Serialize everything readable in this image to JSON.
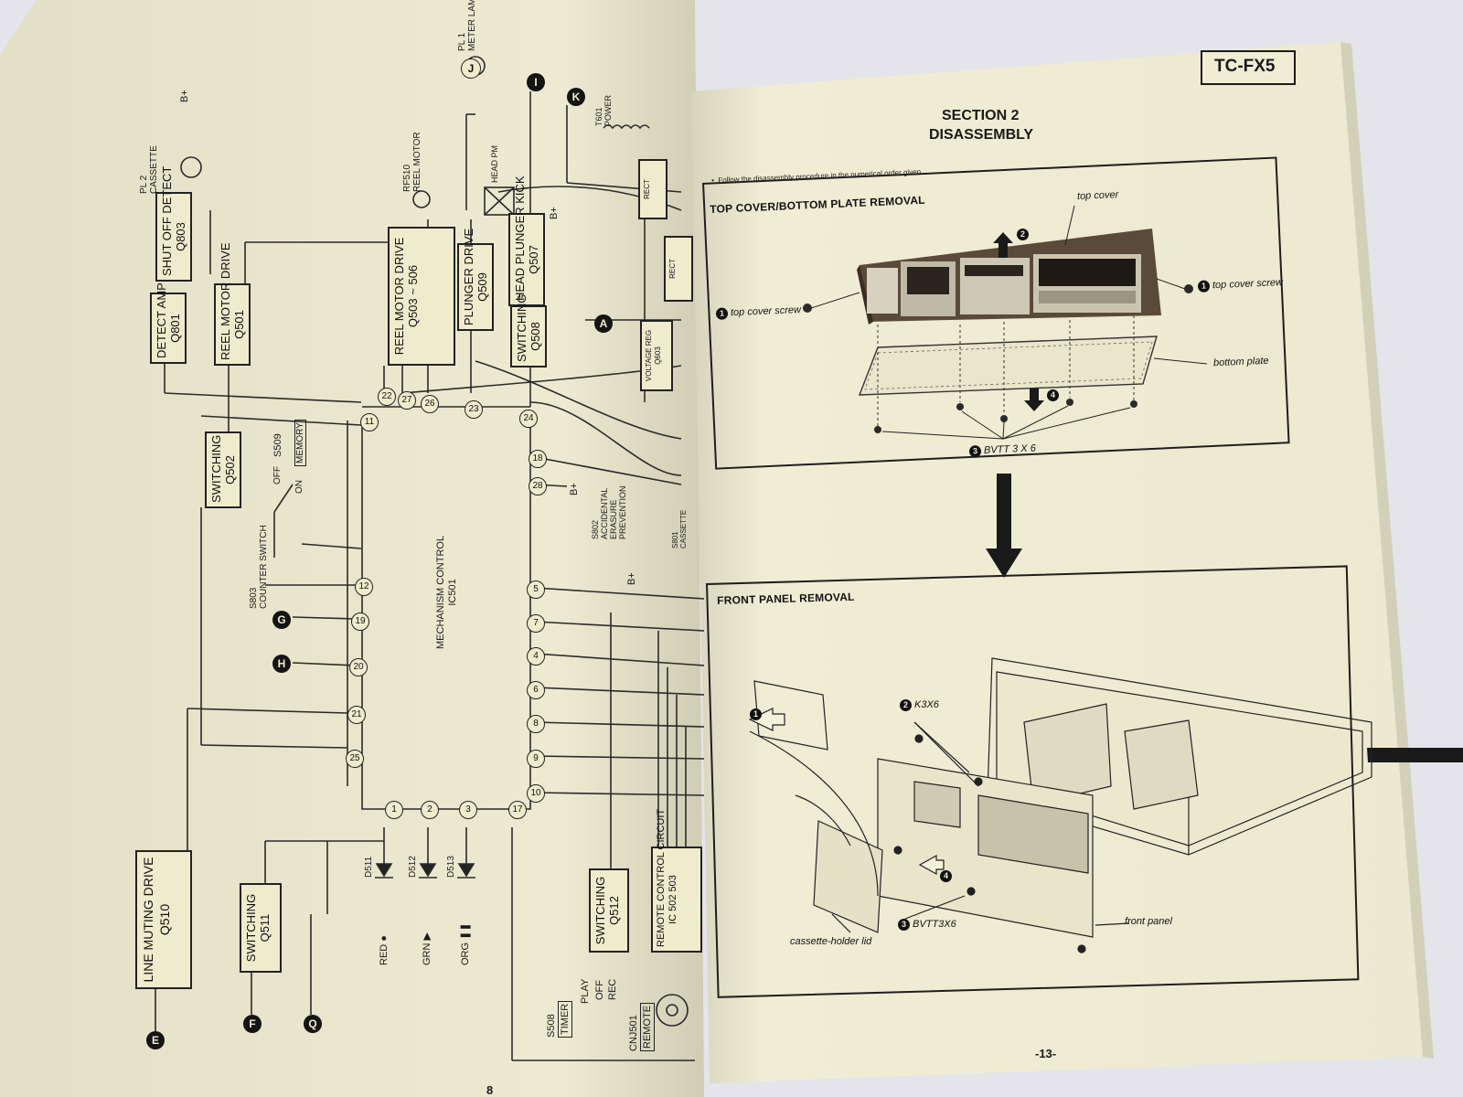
{
  "right_page": {
    "model_tab": "TC-FX5",
    "section_label": "SECTION 2",
    "section_title": "DISASSEMBLY",
    "instruction": "Follow the disassembly procedure in the numerical order given.",
    "page_number": "-13-",
    "top_panel": {
      "title": "TOP COVER/BOTTOM PLATE REMOVAL",
      "callout_top_cover": "top cover",
      "callout_screw_left": "top cover screw",
      "callout_screw_right": "top cover screw",
      "callout_bottom_plate": "bottom plate",
      "callout_bvtt": "BVTT 3 X 6",
      "step_cover": "2",
      "step_screw": "1",
      "step_plate": "4",
      "step_bvtt": "3"
    },
    "front_panel": {
      "title": "FRONT PANEL REMOVAL",
      "callout_k3x6": "K3X6",
      "callout_bvtt": "BVTT3X6",
      "callout_front_panel": "front panel",
      "callout_lid": "cassette-holder lid",
      "step_k": "2",
      "step_bvtt": "3",
      "step_lid": "1",
      "step_pull": "4"
    }
  },
  "left_page": {
    "page_number": "8",
    "blocks": {
      "shut_off_detect": "SHUT OFF DETECT",
      "shut_off_q": "Q803",
      "detect_amp": "DETECT AMP",
      "detect_amp_q": "Q801",
      "reel_motor_drive_1": "REEL MOTOR DRIVE",
      "reel_motor_drive_1_q": "Q501",
      "reel_motor_drive_2": "REEL MOTOR DRIVE",
      "reel_motor_drive_2_q": "Q503 ~ 506",
      "plunger_drive": "PLUNGER DRIVE",
      "plunger_drive_q": "Q509",
      "head_plunger": "HEAD PLUNGER KICK",
      "head_plunger_q": "Q507",
      "switching_508": "SWITCHING",
      "switching_508_q": "Q508",
      "switching_502": "SWITCHING",
      "switching_502_q": "Q502",
      "line_muting": "LINE MUTING DRIVE",
      "line_muting_q": "Q510",
      "switching_511": "SWITCHING",
      "switching_511_q": "Q511",
      "switching_512": "SWITCHING",
      "switching_512_q": "Q512",
      "remote_control": "REMOTE CONTROL CIRCUIT",
      "remote_control_ic": "IC 502 503",
      "voltage_reg": "VOLTAGE REG",
      "voltage_reg_q": "Q603",
      "rect_1": "RECT",
      "rect_2": "RECT",
      "mechanism_control": "MECHANISM CONTROL",
      "mechanism_ic": "IC501"
    },
    "labels": {
      "pl2": "PL 2",
      "pl2_name": "CASSETTE",
      "pl1": "PL 1",
      "pl1_name": "METER LAMP",
      "rf510": "RF510",
      "rf510_name": "REEL MOTOR",
      "head_pm": "HEAD PM",
      "t601": "T601",
      "t601_name": "POWER",
      "bplus": "B+",
      "s509": "S509",
      "memory": "MEMORY",
      "off": "OFF",
      "on": "ON",
      "s803": "S803",
      "counter_switch": "COUNTER SWITCH",
      "s802": "S802",
      "s802_desc": "ACCIDENTAL ERASURE PREVENTION",
      "s801": "S801",
      "s801_desc": "CASSETTE",
      "d511": "D511",
      "d512": "D512",
      "d513": "D513",
      "red": "RED",
      "grn": "GRN",
      "org": "ORG",
      "s508": "S508",
      "timer": "TIMER",
      "play": "PLAY",
      "off2": "OFF",
      "rec": "REC",
      "cnj501": "CNJ501",
      "remote": "REMOTE"
    },
    "pins": [
      "22",
      "27",
      "26",
      "23",
      "24",
      "18",
      "28",
      "11",
      "12",
      "19",
      "20",
      "21",
      "25",
      "5",
      "7",
      "4",
      "6",
      "8",
      "9",
      "10",
      "1",
      "2",
      "3",
      "17"
    ],
    "connectors": [
      "G",
      "H",
      "A",
      "I",
      "K",
      "J",
      "E",
      "F",
      "Q"
    ]
  }
}
